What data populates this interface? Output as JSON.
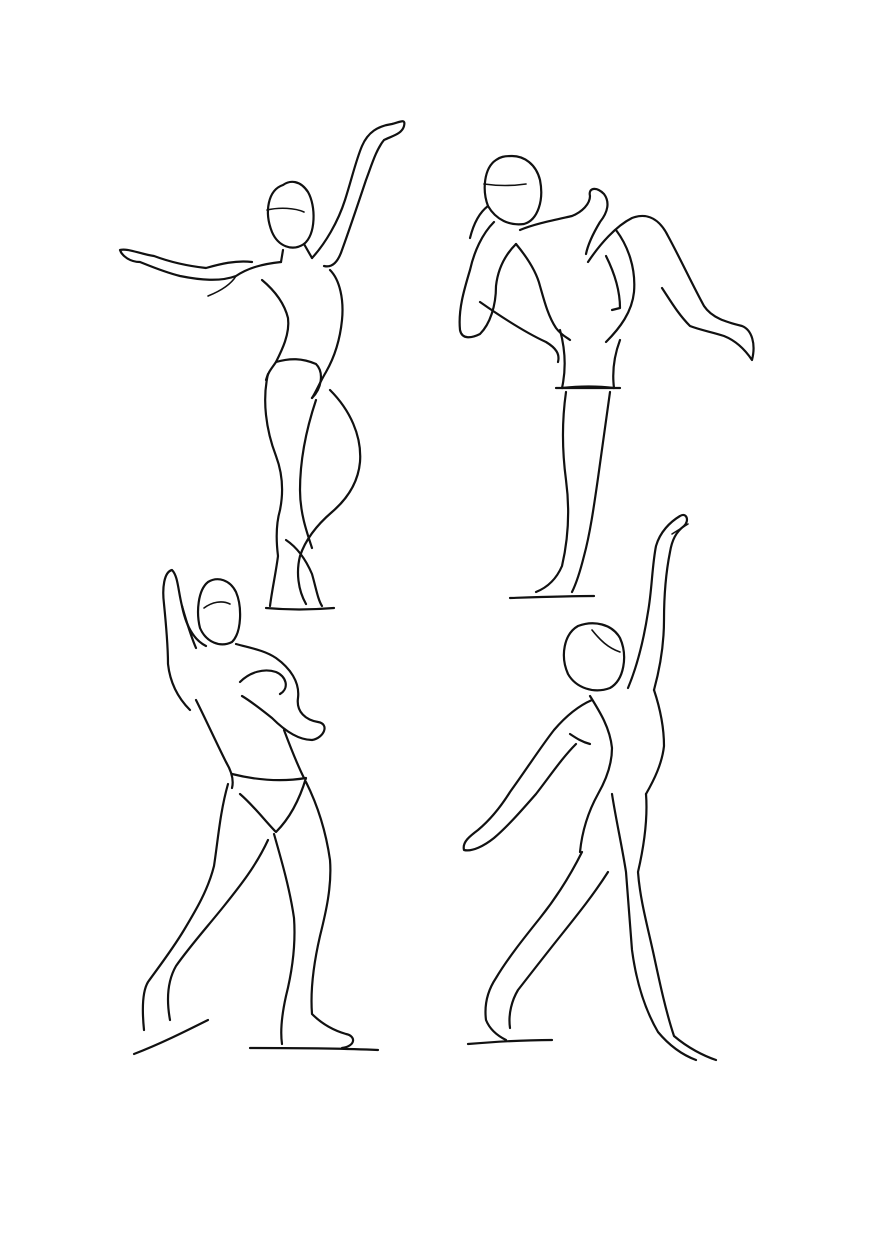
{
  "sheet": {
    "background": "#ffffff",
    "ink_color": "#111111",
    "figures": [
      {
        "pose": "dancer-arm-raised"
      },
      {
        "pose": "high-kick"
      },
      {
        "pose": "flexing-stance"
      },
      {
        "pose": "reaching-lunge"
      }
    ]
  }
}
